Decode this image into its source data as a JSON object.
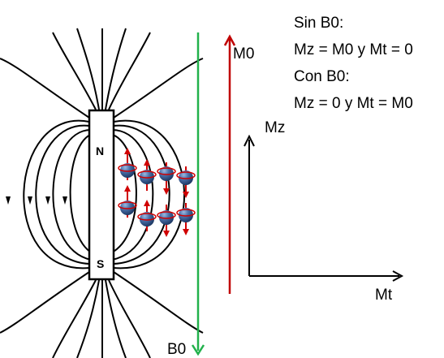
{
  "labels": {
    "b0": "B0",
    "m0": "M0",
    "mz_axis": "Mz",
    "mt_axis": "Mt",
    "north": "N",
    "south": "S"
  },
  "equations": {
    "line1": "Sin B0:",
    "line2": "Mz = M0 y Mt = 0",
    "line3": "Con B0:",
    "line4": "Mz = 0 y Mt = M0"
  },
  "colors": {
    "field_lines": "#000000",
    "b0_arrow": "#22b14c",
    "m0_arrow": "#c00000",
    "spin_arrow": "#d00000",
    "particle": "#3b5f9a"
  },
  "icons": {
    "particle": "proton-spin-sphere",
    "b0": "arrow-down-icon",
    "m0": "arrow-up-icon"
  }
}
